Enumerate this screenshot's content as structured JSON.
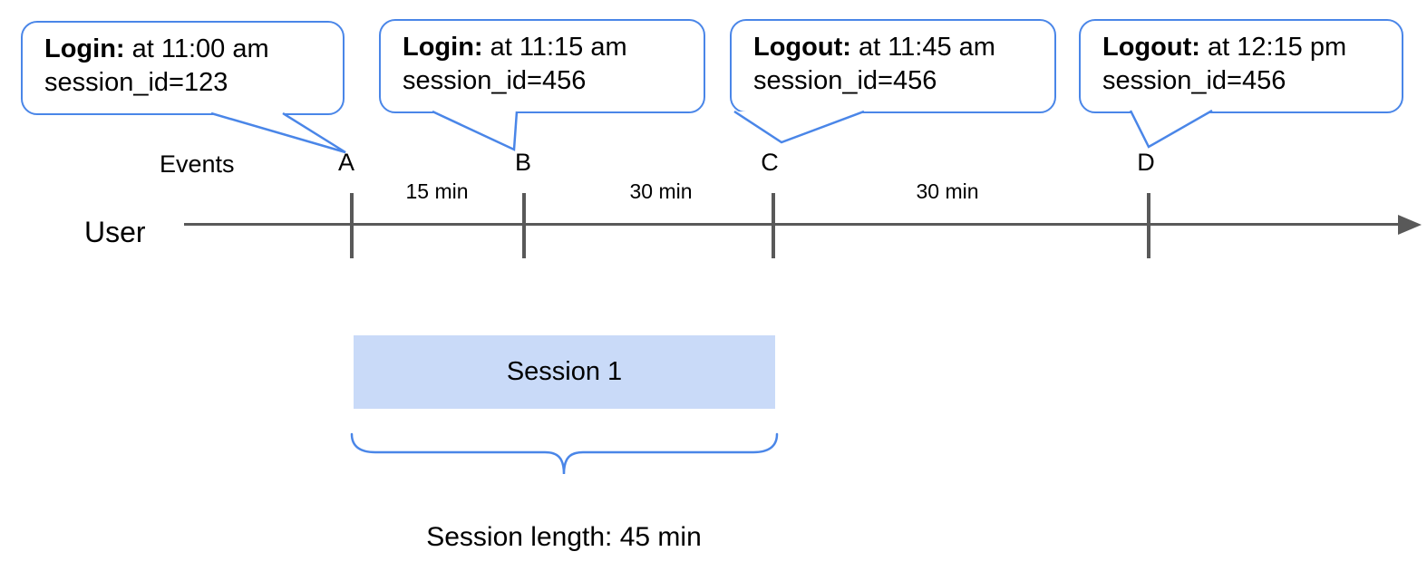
{
  "callouts": [
    {
      "event": "Login:",
      "time": " at 11:00 am",
      "session": "session_id=123"
    },
    {
      "event": "Login:",
      "time": " at 11:15 am",
      "session": "session_id=456"
    },
    {
      "event": "Logout:",
      "time": " at 11:45 am",
      "session": "session_id=456"
    },
    {
      "event": "Logout:",
      "time": " at 12:15 pm",
      "session": "session_id=456"
    }
  ],
  "timeline": {
    "events_label": "Events",
    "axis_label": "User",
    "markers": [
      "A",
      "B",
      "C",
      "D"
    ],
    "intervals": [
      "15 min",
      "30 min",
      "30 min"
    ]
  },
  "session": {
    "label": "Session 1",
    "length_label": "Session length: 45 min"
  },
  "colors": {
    "accent_blue": "#4a86e8",
    "session_fill": "#c9daf8",
    "line_gray": "#595959"
  }
}
